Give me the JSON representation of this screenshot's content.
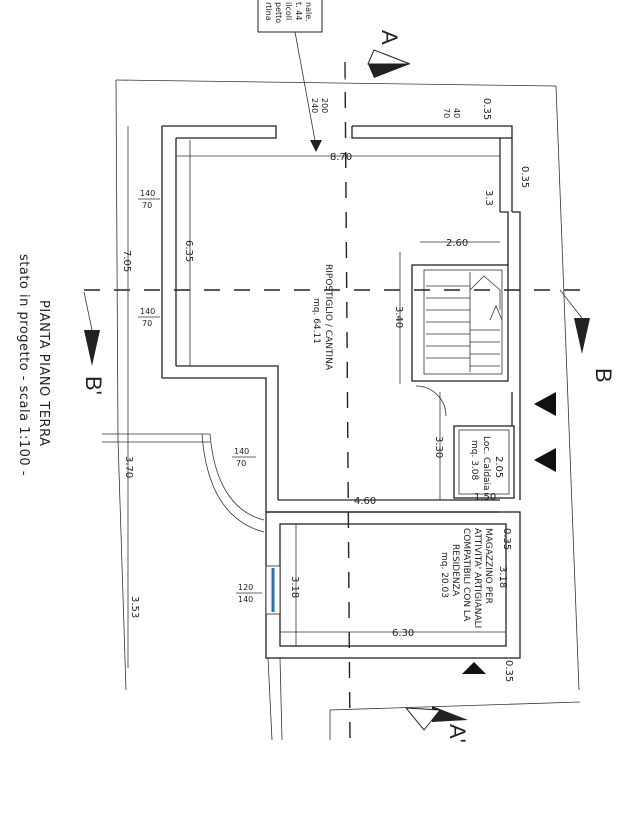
{
  "legend_note": {
    "lines": [
      "rtina",
      "petto",
      "ilcoli",
      "t. 44",
      "nale."
    ]
  },
  "title": {
    "line1": "PIANTA PIANO TERRA",
    "line2": "stato in progetto - scala 1:100 -"
  },
  "section_marks": {
    "a": "A",
    "a_prime": "A'",
    "b": "B",
    "b_prime": "B'"
  },
  "rooms": {
    "ripostiglio": {
      "name": "RIPOSTIGLIO / CANTINA",
      "area": "mq. 64.11"
    },
    "caldaia": {
      "name": "Loc. Caldaia",
      "area": "mq. 3.08"
    },
    "magazzino": {
      "line1": "MAGAZZINO PER",
      "line2": "ATTIVITA' ARTIGIANALI",
      "line3": "COMPATIBILI CON LA",
      "line4": "RESIDENZA",
      "area": "mq. 20.03"
    }
  },
  "dimensions": {
    "d_8_70": "8.70",
    "d_7_05": "7.05",
    "d_6_35": "6.35",
    "d_3_70": "3.70",
    "d_3_53": "3.53",
    "d_2_60": "2.60",
    "d_3_40": "3.40",
    "d_3_30": "3.30",
    "d_4_60": "4.60",
    "d_2_05": "2.05",
    "d_1_50": "1.50",
    "d_3_18_top": "3.18",
    "d_3_18_left": "3.18",
    "d_6_30": "6.30",
    "d_0_35_a": "0.35",
    "d_0_35_b": "0.35",
    "d_0_35_c": "0.35",
    "d_0_35_d": "0.35",
    "d_3_3": "3.3"
  },
  "openings": {
    "o1": {
      "num": "200",
      "den": "240"
    },
    "o2": {
      "num": "40",
      "den": "70"
    },
    "o3": {
      "num": "140",
      "den": "70"
    },
    "o4": {
      "num": "140",
      "den": "70"
    },
    "o5": {
      "num": "140",
      "den": "70"
    },
    "o6": {
      "num": "120",
      "den": "140"
    }
  },
  "colors": {
    "ink": "#222222",
    "window_blue": "#2a6fb5",
    "paper": "#ffffff"
  }
}
